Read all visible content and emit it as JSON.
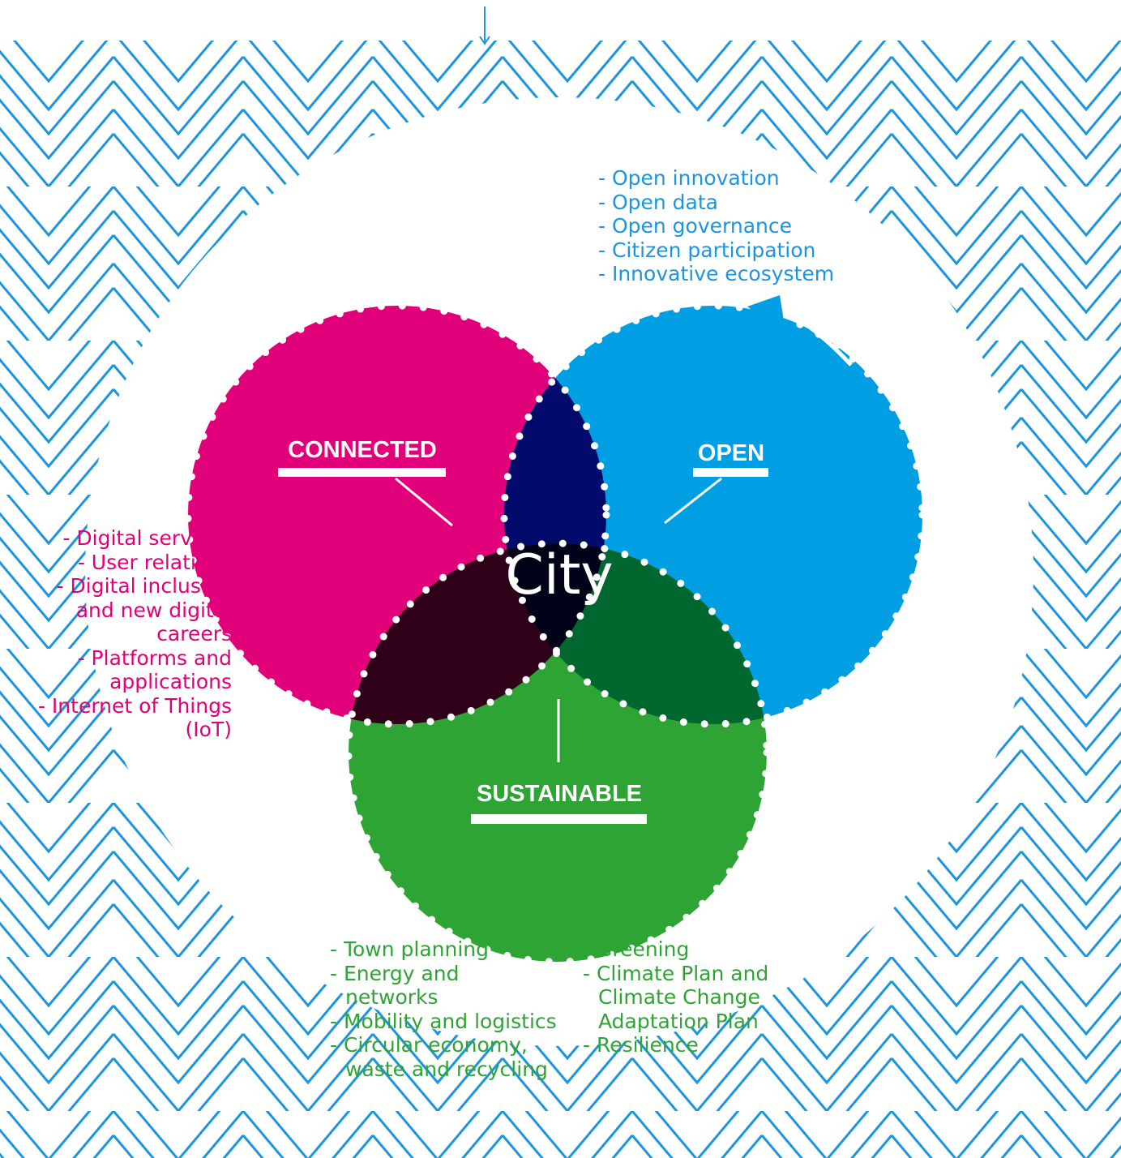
{
  "diagram": {
    "center_label": "City",
    "colors": {
      "frame_lines": "#1b95de",
      "connected": "#e2007a",
      "open": "#009fe3",
      "sustainable": "#2ea435",
      "connected_open": "#020a6b",
      "connected_sustainable": "#300018",
      "open_sustainable": "#00672e",
      "center": "#020318"
    },
    "connected": {
      "title": "CONNECTED",
      "items": [
        "- Digital services",
        "- User relations",
        "- Digital inclusion and new digital careers",
        "- Platforms and applications",
        "- Internet of Things (IoT)"
      ]
    },
    "open": {
      "title": "OPEN",
      "items": [
        "- Open innovation",
        "- Open data",
        "- Open governance",
        "- Citizen participation",
        "- Innovative ecosystem"
      ]
    },
    "sustainable": {
      "title": "SUSTAINABLE",
      "items_left": [
        "- Town planning",
        "- Energy and networks",
        "- Mobility and logistics",
        "- Circular economy, waste and recycling"
      ],
      "items_right": [
        "- Greening",
        "- Climate Plan and Climate Change Adaptation Plan",
        "- Resilience"
      ]
    }
  }
}
